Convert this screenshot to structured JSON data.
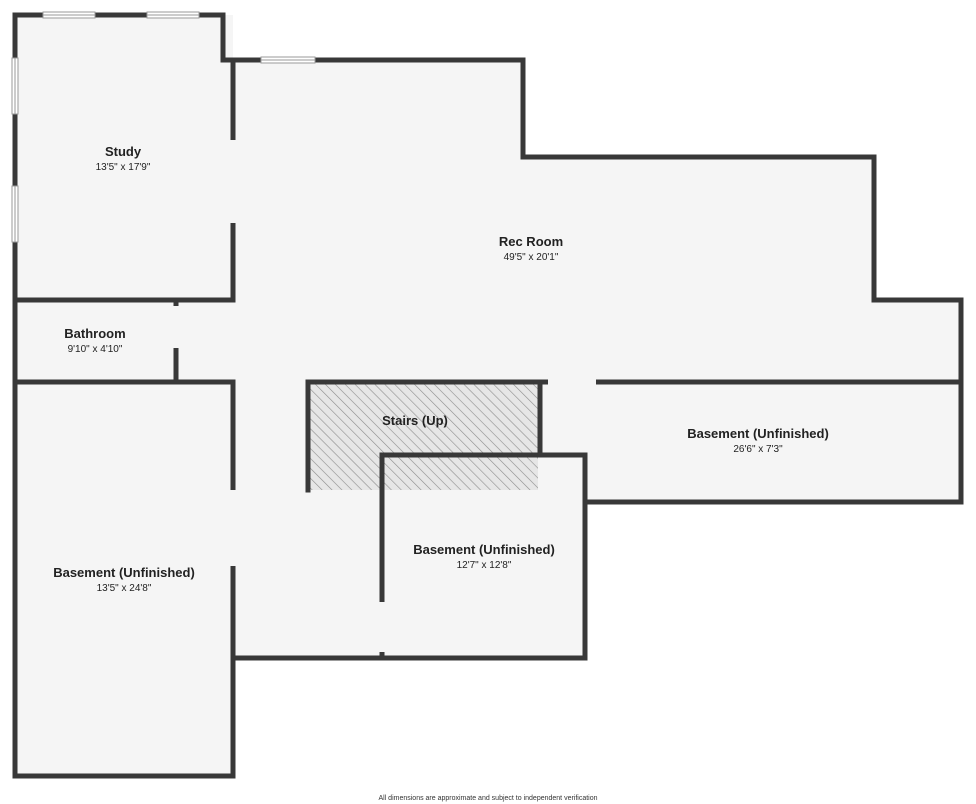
{
  "rooms": [
    {
      "id": "study",
      "name": "Study",
      "dimensions": "13'5\" x 17'9\""
    },
    {
      "id": "rec-room",
      "name": "Rec Room",
      "dimensions": "49'5\" x 20'1\""
    },
    {
      "id": "bathroom",
      "name": "Bathroom",
      "dimensions": "9'10\" x 4'10\""
    },
    {
      "id": "stairs",
      "name": "Stairs (Up)"
    },
    {
      "id": "basement-east",
      "name": "Basement (Unfinished)",
      "dimensions": "26'6\" x 7'3\""
    },
    {
      "id": "basement-center",
      "name": "Basement (Unfinished)",
      "dimensions": "12'7\" x 12'8\""
    },
    {
      "id": "basement-west",
      "name": "Basement (Unfinished)",
      "dimensions": "13'5\" x 24'8\""
    }
  ],
  "footer": {
    "disclaimer": "All dimensions are approximate and subject to independent verification"
  },
  "colors": {
    "wall": "#383838",
    "floor": "#f5f5f5",
    "stairs_hatch": "#8c8c8c"
  }
}
